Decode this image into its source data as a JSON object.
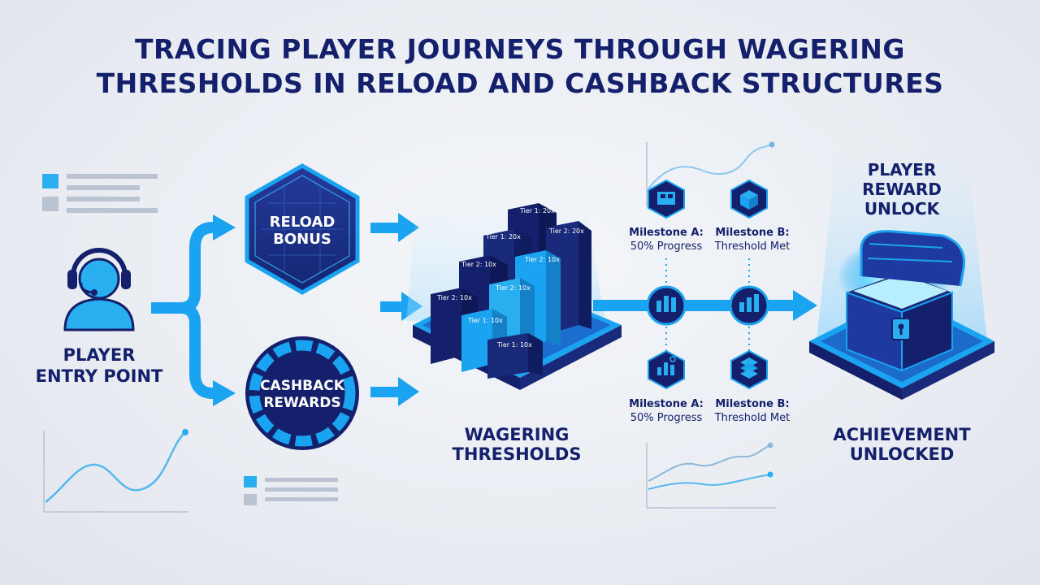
{
  "title": {
    "line1": "TRACING PLAYER JOURNEYS THROUGH WAGERING",
    "line2": "THRESHOLDS IN RELOAD AND CASHBACK STRUCTURES"
  },
  "entry": {
    "label_line1": "PLAYER",
    "label_line2": "ENTRY POINT",
    "icon": "player-headset-icon"
  },
  "reload": {
    "label_line1": "RELOAD",
    "label_line2": "BONUS",
    "shape": "hexagon"
  },
  "cashback": {
    "label_line1": "CASHBACK",
    "label_line2": "REWARDS",
    "shape": "circle"
  },
  "wagering": {
    "label_line1": "WAGERING",
    "label_line2": "THRESHOLDS",
    "tiers": [
      "Tier 1: 20x",
      "Tier 1: 20x",
      "Tier 2: 20x",
      "Tier 2: 10x",
      "Tier 2: 10x",
      "Tier 2: 10x",
      "Tier 2: 10x",
      "Tier 1: 10x",
      "Tier 1: 10x"
    ]
  },
  "milestones": {
    "top": [
      {
        "name": "Milestone A:",
        "detail": "50% Progress",
        "icon": "cash-register-icon"
      },
      {
        "name": "Milestone B:",
        "detail": "Threshold Met",
        "icon": "box-icon"
      }
    ],
    "bottom": [
      {
        "name": "Milestone A:",
        "detail": "50% Progress",
        "icon": "bar-chart-icon"
      },
      {
        "name": "Milestone B:",
        "detail": "Threshold Met",
        "icon": "stack-icon"
      }
    ]
  },
  "reward": {
    "label_line1": "PLAYER",
    "label_line2": "REWARD",
    "label_line3": "UNLOCK",
    "icon": "treasure-chest-icon"
  },
  "achievement": {
    "label_line1": "ACHIEVEMENT",
    "label_line2": "UNLOCKED"
  },
  "colors": {
    "navy": "#14206b",
    "dark_blue": "#1a2a7a",
    "accent": "#1aa3f0",
    "light_blue": "#34b8f5"
  }
}
